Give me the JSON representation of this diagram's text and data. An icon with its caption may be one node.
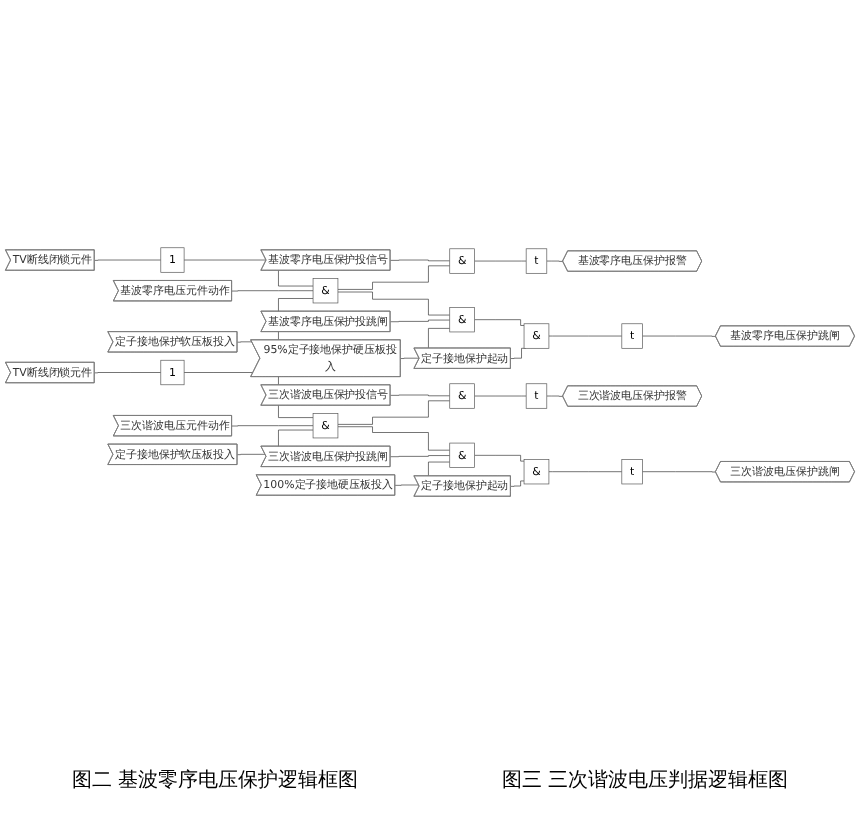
{
  "diagram": {
    "nodes": [
      {
        "text": [
          "基波零序电压保护投信号"
        ]
      },
      {
        "text": [
          "TV断线闭锁元件"
        ]
      },
      {
        "text": [
          "1"
        ]
      },
      {
        "text": [
          "基波零序电压元件动作"
        ]
      },
      {
        "text": [
          "定子接地保护软压板投入"
        ]
      },
      {
        "text": [
          "&"
        ]
      },
      {
        "text": [
          "&"
        ]
      },
      {
        "text": [
          "t"
        ]
      },
      {
        "text": [
          "基波零序电压保护报警"
        ]
      },
      {
        "text": [
          "基波零序电压保护投跳闸"
        ]
      },
      {
        "text": [
          "95%定子接地保护硬压板投入"
        ]
      },
      {
        "text": [
          "&"
        ]
      },
      {
        "text": [
          "定子接地保护起动"
        ]
      },
      {
        "text": [
          "&"
        ]
      },
      {
        "text": [
          "t"
        ]
      },
      {
        "text": [
          "基波零序电压保护跳闸"
        ]
      },
      {
        "text": [
          "三次谐波电压保护投信号"
        ]
      },
      {
        "text": [
          "TV断线闭锁元件"
        ]
      },
      {
        "text": [
          "1"
        ]
      },
      {
        "text": [
          "三次谐波电压元件动作"
        ]
      },
      {
        "text": [
          "定子接地保护软压板投入"
        ]
      },
      {
        "text": [
          "&"
        ]
      },
      {
        "text": [
          "&"
        ]
      },
      {
        "text": [
          "t"
        ]
      },
      {
        "text": [
          "三次谐波电压保护报警"
        ]
      },
      {
        "text": [
          "三次谐波电压保护投跳闸"
        ]
      },
      {
        "text": [
          "100%定子接地硬压板投入"
        ]
      },
      {
        "text": [
          "&"
        ]
      },
      {
        "text": [
          "定子接地保护起动"
        ]
      },
      {
        "text": [
          "&"
        ]
      },
      {
        "text": [
          "t"
        ]
      },
      {
        "text": [
          "三次谐波电压保护跳闸"
        ]
      }
    ],
    "edges": [
      {
        "from": 0,
        "to": 6,
        "arrow": "none"
      },
      {
        "from": 1,
        "to": 2,
        "arrow": "none"
      },
      {
        "from": 2,
        "to": 5,
        "arrow": "none"
      },
      {
        "from": 3,
        "to": 5,
        "arrow": "none"
      },
      {
        "from": 4,
        "to": 5,
        "arrow": "none"
      },
      {
        "from": 5,
        "to": 6,
        "arrow": "none"
      },
      {
        "from": 6,
        "to": 7,
        "arrow": "none"
      },
      {
        "from": 7,
        "to": 8,
        "arrow": "none"
      },
      {
        "from": 5,
        "to": 11,
        "arrow": "none"
      },
      {
        "from": 9,
        "to": 11,
        "arrow": "none"
      },
      {
        "from": 10,
        "to": 11,
        "arrow": "none"
      },
      {
        "from": 11,
        "to": 13,
        "arrow": "none"
      },
      {
        "from": 12,
        "to": 13,
        "arrow": "none"
      },
      {
        "from": 13,
        "to": 14,
        "arrow": "none"
      },
      {
        "from": 14,
        "to": 15,
        "arrow": "none"
      },
      {
        "from": 16,
        "to": 22,
        "arrow": "none"
      },
      {
        "from": 17,
        "to": 18,
        "arrow": "none"
      },
      {
        "from": 18,
        "to": 21,
        "arrow": "none"
      },
      {
        "from": 19,
        "to": 21,
        "arrow": "none"
      },
      {
        "from": 20,
        "to": 21,
        "arrow": "none"
      },
      {
        "from": 21,
        "to": 22,
        "arrow": "none"
      },
      {
        "from": 22,
        "to": 23,
        "arrow": "none"
      },
      {
        "from": 23,
        "to": 24,
        "arrow": "none"
      },
      {
        "from": 21,
        "to": 27,
        "arrow": "none"
      },
      {
        "from": 25,
        "to": 27,
        "arrow": "none"
      },
      {
        "from": 26,
        "to": 27,
        "arrow": "none"
      },
      {
        "from": 27,
        "to": 29,
        "arrow": "none"
      },
      {
        "from": 28,
        "to": 29,
        "arrow": "none"
      },
      {
        "from": 29,
        "to": 30,
        "arrow": "none"
      },
      {
        "from": 30,
        "to": 31,
        "arrow": "none"
      }
    ],
    "labels": [
      "图二 基波零序电压保护逻辑框图",
      "图三 三次谐波电压判据逻辑框图"
    ]
  }
}
